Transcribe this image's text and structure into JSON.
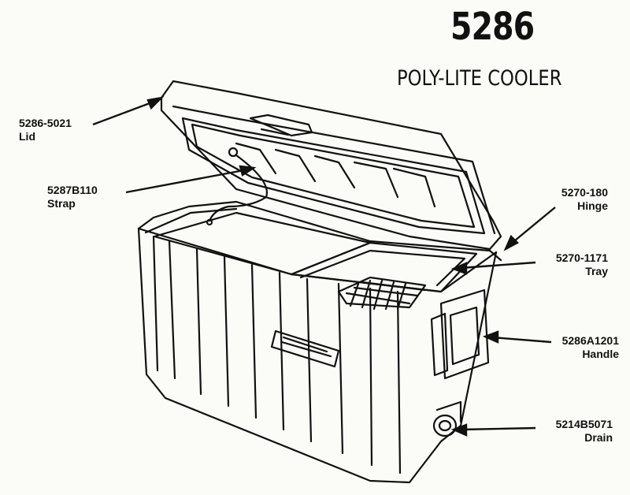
{
  "header": {
    "model_number": "5286",
    "product_name": "POLY-LITE COOLER"
  },
  "callouts": [
    {
      "id": "lid",
      "part_number": "5286-5021",
      "part_name": "Lid"
    },
    {
      "id": "strap",
      "part_number": "5287B110",
      "part_name": "Strap"
    },
    {
      "id": "hinge",
      "part_number": "5270-180",
      "part_name": "Hinge"
    },
    {
      "id": "tray",
      "part_number": "5270-1171",
      "part_name": "Tray"
    },
    {
      "id": "handle",
      "part_number": "5286A1201",
      "part_name": "Handle"
    },
    {
      "id": "drain",
      "part_number": "5214B5071",
      "part_name": "Drain"
    }
  ]
}
